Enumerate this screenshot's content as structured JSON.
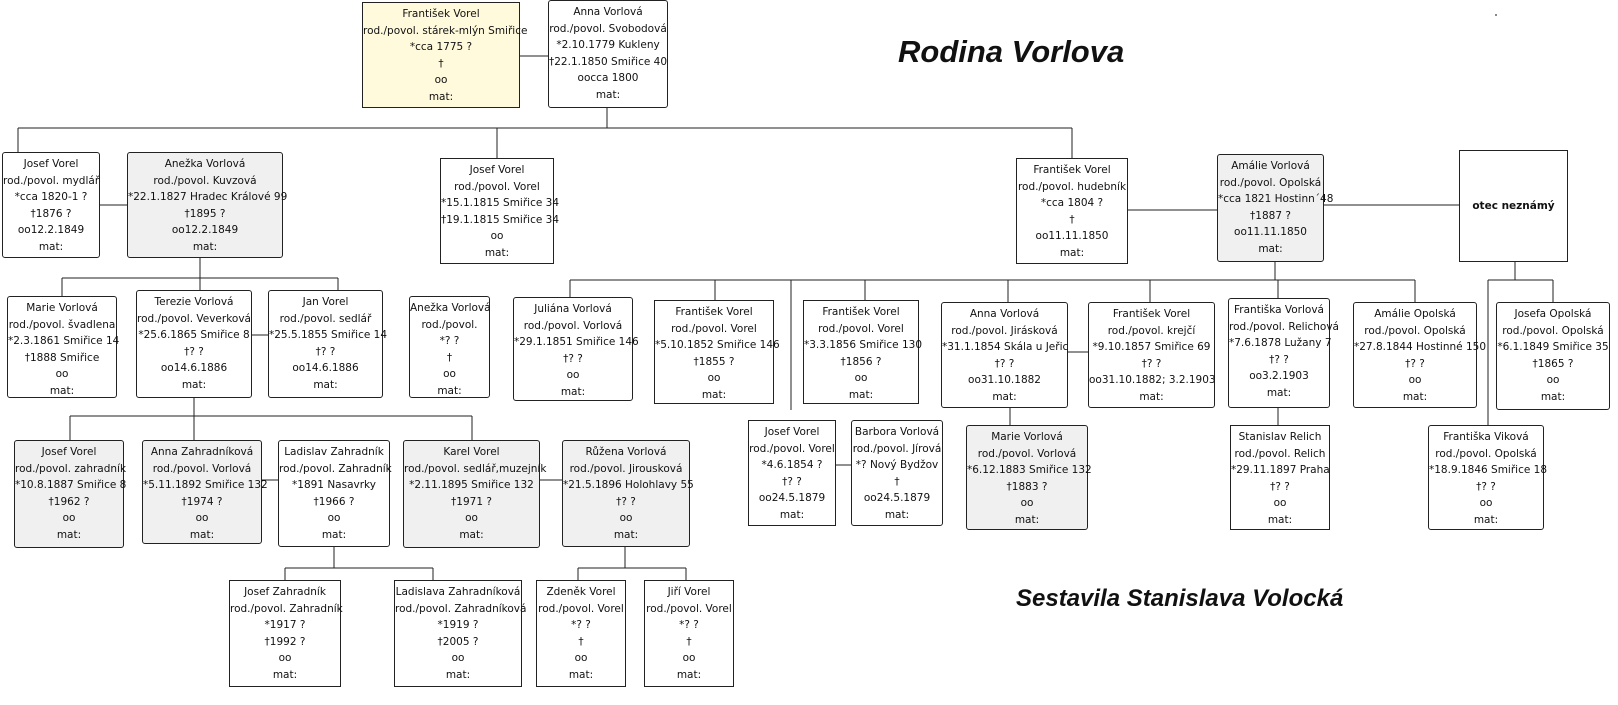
{
  "title": "Rodina Vorlova",
  "author": "Sestavila Stanislava Volocká",
  "people": {
    "frantisek_sr": [
      "František Vorel",
      "rod./povol. stárek-mlýn Smiřice",
      "*cca 1775 ?",
      "†",
      "oo",
      "mat:"
    ],
    "anna_svobodova": [
      "Anna Vorlová",
      "rod./povol. Svobodová",
      "*2.10.1779 Kukleny",
      "†22.1.1850 Smiřice 40",
      "oocca 1800",
      "mat:"
    ],
    "josef_mydlar": [
      "Josef Vorel",
      "rod./povol. mydlář",
      "*cca 1820-1 ?",
      "†1876 ?",
      "oo12.2.1849",
      "mat:"
    ],
    "anezka_kuvzova": [
      "Anežka Vorlová",
      "rod./povol. Kuvzová",
      "*22.1.1827 Hradec Králové 99",
      "†1895 ?",
      "oo12.2.1849",
      "mat:"
    ],
    "josef_1815": [
      "Josef Vorel",
      "rod./povol. Vorel",
      "*15.1.1815 Smiřice 34",
      "†19.1.1815 Smiřice 34",
      "oo",
      "mat:"
    ],
    "frantisek_hudebnik": [
      "František Vorel",
      "rod./povol. hudebník",
      "*cca 1804 ?",
      "†",
      "oo11.11.1850",
      "mat:"
    ],
    "amalie_opolska": [
      "Amálie Vorlová",
      "rod./povol. Opolská",
      "*cca 1821 Hostinn´48",
      "†1887 ?",
      "oo11.11.1850",
      "mat:"
    ],
    "otec": [
      "otec neznámý"
    ],
    "marie_svadlena": [
      "Marie Vorlová",
      "rod./povol. švadlena",
      "*2.3.1861 Smiřice 14",
      "†1888 Smiřice",
      "oo",
      "mat:"
    ],
    "terezie": [
      "Terezie Vorlová",
      "rod./povol. Veverková",
      "*25.6.1865 Smiřice 8",
      "†? ?",
      "oo14.6.1886",
      "mat:"
    ],
    "jan": [
      "Jan Vorel",
      "rod./povol. sedlář",
      "*25.5.1855 Smiřice 14",
      "†? ?",
      "oo14.6.1886",
      "mat:"
    ],
    "anezka_2": [
      "Anežka Vorlová",
      "rod./povol.",
      "*? ?",
      "†",
      "oo",
      "mat:"
    ],
    "juliana": [
      "Juliána Vorlová",
      "rod./povol. Vorlová",
      "*29.1.1851 Smiřice 146",
      "†? ?",
      "oo",
      "mat:"
    ],
    "frantisek_1852": [
      "František Vorel",
      "rod./povol. Vorel",
      "*5.10.1852 Smiřice 146",
      "†1855 ?",
      "oo",
      "mat:"
    ],
    "frantisek_1856": [
      "František Vorel",
      "rod./povol. Vorel",
      "*3.3.1856 Smiřice 130",
      "†1856 ?",
      "oo",
      "mat:"
    ],
    "anna_jiraskova": [
      "Anna Vorlová",
      "rod./povol. Jirásková",
      "*31.1.1854 Skála u Jeřic",
      "†? ?",
      "oo31.10.1882",
      "mat:"
    ],
    "frantisek_krejci": [
      "František Vorel",
      "rod./povol. krejčí",
      "*9.10.1857 Smiřice 69",
      "†? ?",
      "oo31.10.1882; 3.2.1903",
      "mat:"
    ],
    "frantiska_relichova": [
      "Františka Vorlová",
      "rod./povol. Relichová",
      "*7.6.1878 Lužany 7",
      "†? ?",
      "oo3.2.1903",
      "mat:"
    ],
    "amalie_1844": [
      "Amálie Opolská",
      "rod./povol. Opolská",
      "*27.8.1844 Hostinné 150",
      "†? ?",
      "oo",
      "mat:"
    ],
    "josefa_opolska": [
      "Josefa Opolská",
      "rod./povol. Opolská",
      "*6.1.1849 Smiřice 35",
      "†1865 ?",
      "oo",
      "mat:"
    ],
    "josef_zahradnik": [
      "Josef Vorel",
      "rod./povol. zahradník",
      "*10.8.1887 Smiřice 8",
      "†1962 ?",
      "oo",
      "mat:"
    ],
    "anna_zahradnikova": [
      "Anna Zahradníková",
      "rod./povol. Vorlová",
      "*5.11.1892 Smiřice 132",
      "†1974 ?",
      "oo",
      "mat:"
    ],
    "ladislav": [
      "Ladislav Zahradník",
      "rod./povol. Zahradník",
      "*1891 Nasavrky",
      "†1966 ?",
      "oo",
      "mat:"
    ],
    "karel": [
      "Karel Vorel",
      "rod./povol. sedlář,muzejník",
      "*2.11.1895 Smiřice 132",
      "†1971 ?",
      "oo",
      "mat:"
    ],
    "ruzena": [
      "Růžena Vorlová",
      "rod./povol. Jirousková",
      "*21.5.1896 Holohlavy 55",
      "†? ?",
      "oo",
      "mat:"
    ],
    "josef_1854": [
      "Josef Vorel",
      "rod./povol. Vorel",
      "*4.6.1854 ?",
      "†? ?",
      "oo24.5.1879",
      "mat:"
    ],
    "barbora": [
      "Barbora Vorlová",
      "rod./povol. Jírová",
      "*? Nový Bydžov",
      "†",
      "oo24.5.1879",
      "mat:"
    ],
    "marie_1883": [
      "Marie Vorlová",
      "rod./povol. Vorlová",
      "*6.12.1883 Smiřice 132",
      "†1883 ?",
      "oo",
      "mat:"
    ],
    "stanislav": [
      "Stanislav Relich",
      "rod./povol. Relich",
      "*29.11.1897 Praha",
      "†? ?",
      "oo",
      "mat:"
    ],
    "frantiska_vikova": [
      "Františka Viková",
      "rod./povol. Opolská",
      "*18.9.1846 Smiřice 18",
      "†? ?",
      "oo",
      "mat:"
    ],
    "josef_zahradnik_1917": [
      "Josef Zahradník",
      "rod./povol. Zahradník",
      "*1917 ?",
      "†1992 ?",
      "oo",
      "mat:"
    ],
    "ladislava": [
      "Ladislava Zahradníková",
      "rod./povol. Zahradníková",
      "*1919 ?",
      "†2005 ?",
      "oo",
      "mat:"
    ],
    "zdenek": [
      "Zdeněk Vorel",
      "rod./povol. Vorel",
      "*? ?",
      "†",
      "oo",
      "mat:"
    ],
    "jiri": [
      "Jiří Vorel",
      "rod./povol. Vorel",
      "*? ?",
      "†",
      "oo",
      "mat:"
    ]
  }
}
